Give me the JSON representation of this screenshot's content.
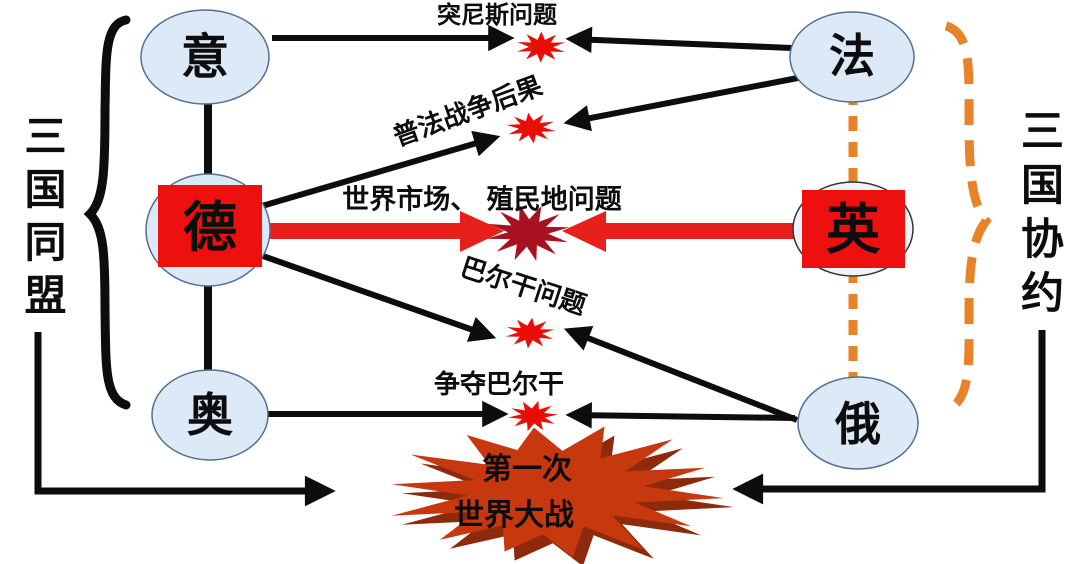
{
  "groups": {
    "left": {
      "label": "三国同盟"
    },
    "right": {
      "label": "三国协约"
    }
  },
  "nodes": {
    "italy": "意",
    "france": "法",
    "germany": "德",
    "britain": "英",
    "austria": "奥",
    "russia": "俄"
  },
  "conflicts": {
    "tunisia": "突尼斯问题",
    "franco_prussian": "普法战争后果",
    "world_market": "世界市场、 殖民地问题",
    "balkan_problem": "巴尔干问题",
    "balkan_struggle": "争夺巴尔干"
  },
  "outcome": {
    "line1": "第一次",
    "line2": "世界大战"
  },
  "colors": {
    "black": "#0d0d0d",
    "node_fill": "#dce9f6",
    "node_fill_back": "#eef4fb",
    "node_border": "#51708f",
    "red_box": "#ee0f0f",
    "red_arrow": "#e8201c",
    "starburst_red": "#ea0d05",
    "starburst_dark": "#a8111f",
    "orange": "#e8832a",
    "explosion": "#c8380f",
    "explosion_shadow": "#8e2a0c"
  }
}
